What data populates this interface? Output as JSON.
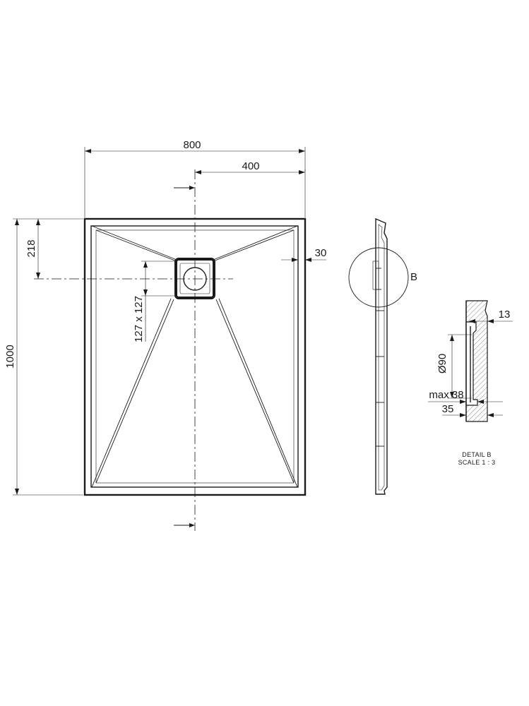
{
  "plan": {
    "width_label": "800",
    "half_width_label": "400",
    "height_label": "1000",
    "drain_offset_label": "218",
    "drain_size_label": "127 x 127",
    "rim_label": "30"
  },
  "section": {
    "detail_marker": "B"
  },
  "detail": {
    "thickness_label": "13",
    "diameter_label": "Ø90",
    "max_label": "max 38",
    "base_label": "35",
    "title": "DETAIL B",
    "scale": "SCALE 1 : 3"
  }
}
